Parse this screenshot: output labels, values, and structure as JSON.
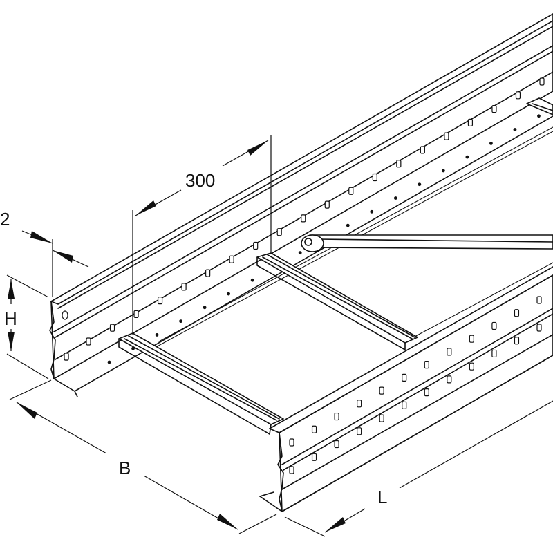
{
  "labels": {
    "rung_spacing": "300",
    "side_thickness": "2",
    "height": "H",
    "width": "B",
    "length": "L"
  },
  "colors": {
    "line": "#111111",
    "background": "#ffffff"
  }
}
